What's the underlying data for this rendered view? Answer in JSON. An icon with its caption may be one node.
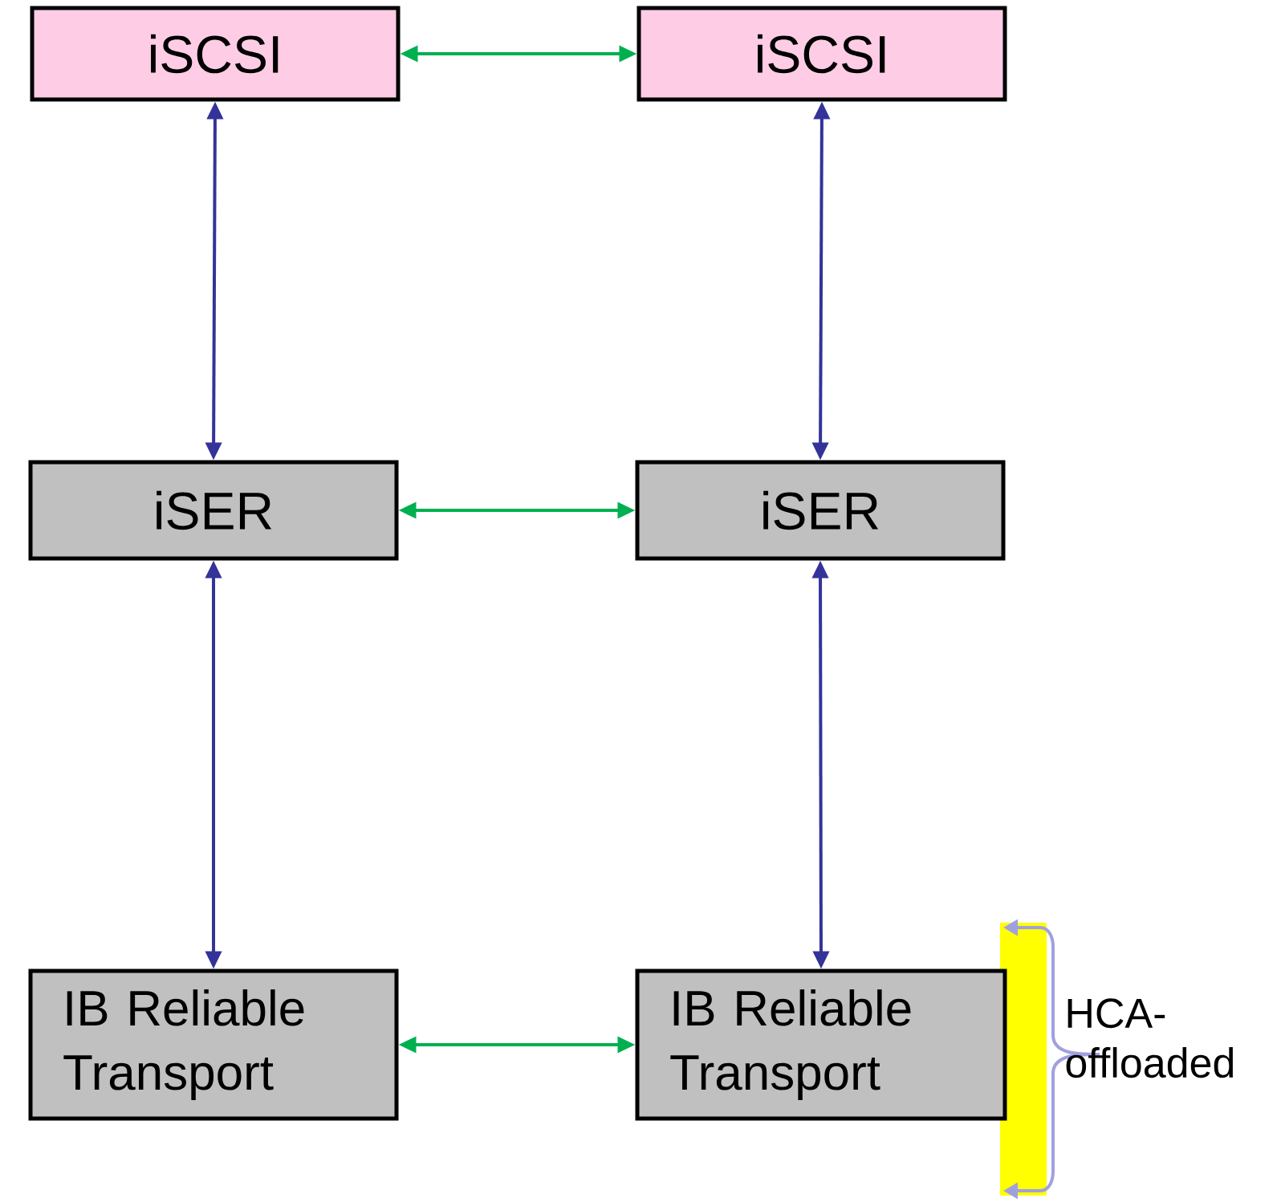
{
  "diagram": {
    "nodes": [
      {
        "text": [
          "iSCSI"
        ]
      },
      {
        "text": [
          "iSCSI"
        ]
      },
      {
        "text": [
          "iSER"
        ]
      },
      {
        "text": [
          "iSER"
        ]
      },
      {
        "text": [
          "IB Reliable Transport"
        ]
      },
      {
        "text": [
          "IB Reliable Transport"
        ]
      }
    ],
    "edges": [
      {
        "from": 0,
        "to": 1,
        "arrow": "both",
        "color": "#00b050"
      },
      {
        "from": 0,
        "to": 2,
        "arrow": "both"
      },
      {
        "from": 1,
        "to": 3,
        "arrow": "both"
      },
      {
        "from": 2,
        "to": 3,
        "arrow": "both",
        "color": "#00b050"
      },
      {
        "from": 2,
        "to": 4,
        "arrow": "both"
      },
      {
        "from": 3,
        "to": 5,
        "arrow": "both"
      },
      {
        "from": 4,
        "to": 5,
        "arrow": "both",
        "color": "#00b050"
      }
    ],
    "labels": [
      "HCA- offloaded"
    ]
  }
}
